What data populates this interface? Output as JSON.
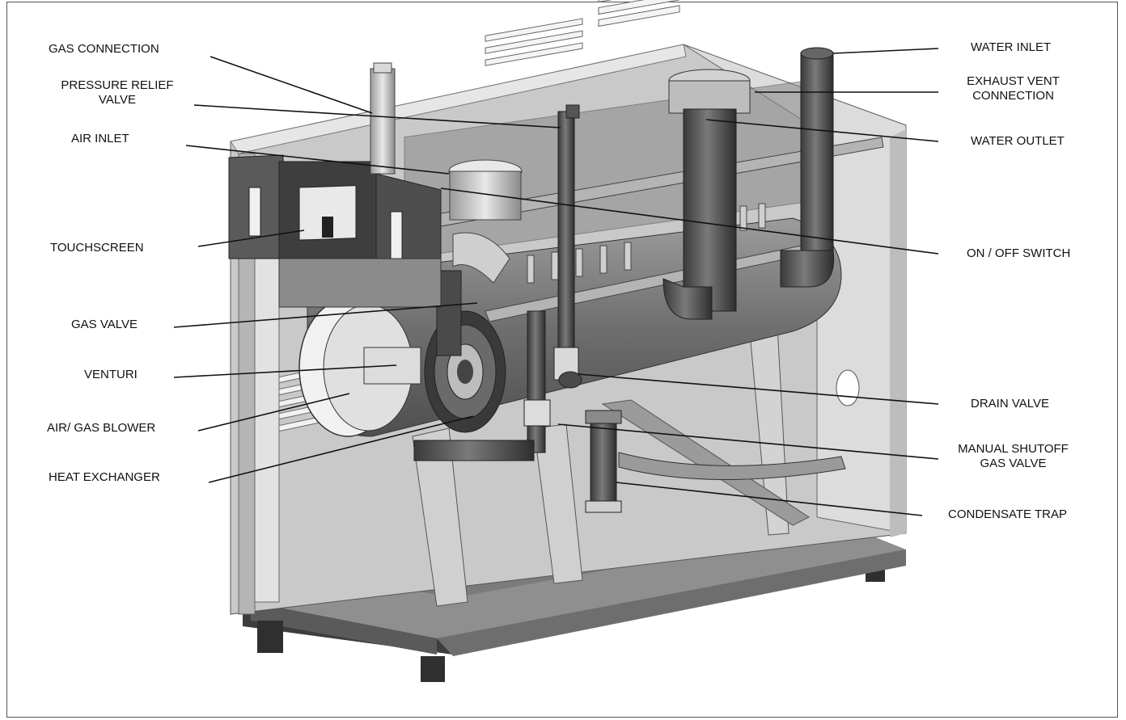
{
  "labels": {
    "gas_connection": "GAS CONNECTION",
    "pressure_relief_valve_1": "PRESSURE RELIEF",
    "pressure_relief_valve_2": "VALVE",
    "air_inlet": "AIR INLET",
    "touchscreen": "TOUCHSCREEN",
    "gas_valve": "GAS VALVE",
    "venturi": "VENTURI",
    "air_gas_blower": "AIR/ GAS BLOWER",
    "heat_exchanger": "HEAT EXCHANGER",
    "water_inlet": "WATER INLET",
    "exhaust_vent_1": "EXHAUST VENT",
    "exhaust_vent_2": "CONNECTION",
    "water_outlet": "WATER OUTLET",
    "on_off_switch": "ON /  OFF SWITCH",
    "drain_valve": "DRAIN VALVE",
    "manual_shutoff_1": "MANUAL SHUTOFF",
    "manual_shutoff_2": "GAS VALVE",
    "condensate_trap": "CONDENSATE TRAP"
  },
  "colors": {
    "frame_border": "#555555",
    "cabinet_light": "#d6d6d6",
    "cabinet_mid": "#a9a9a9",
    "cabinet_dark": "#6b6b6b",
    "pipe_dark": "#4a4a4a",
    "leader_line": "#111111"
  }
}
